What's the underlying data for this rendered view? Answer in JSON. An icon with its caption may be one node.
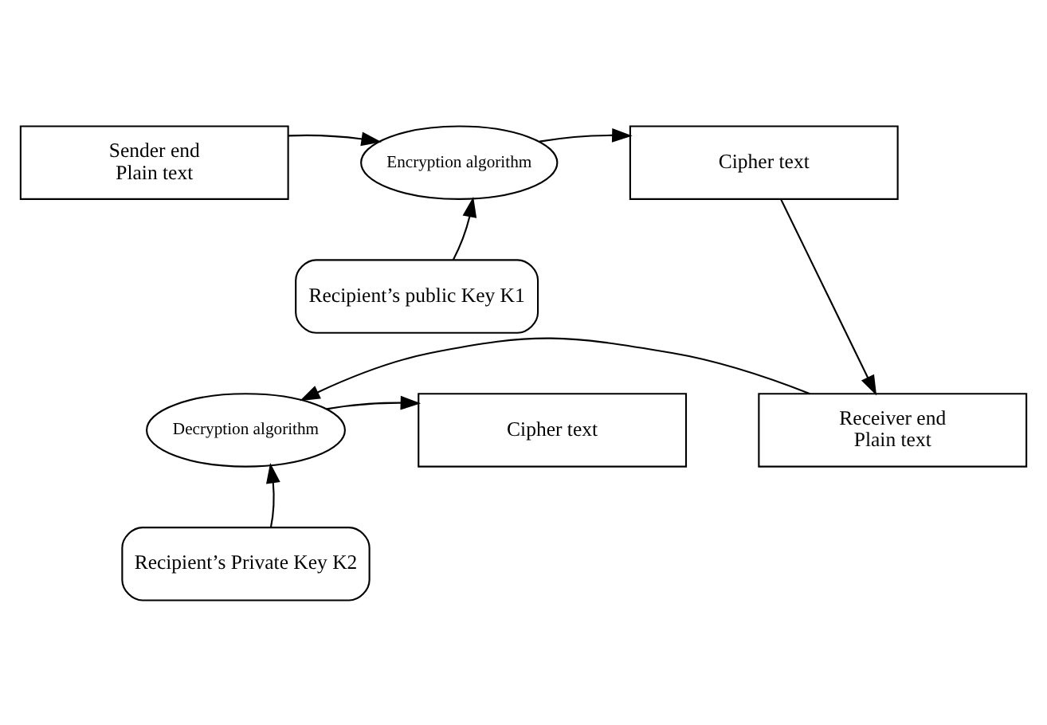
{
  "diagram": {
    "nodes": [
      {
        "text": [
          "Sender end",
          "Plain text"
        ]
      },
      {
        "text": [
          "Encryption algorithm"
        ]
      },
      {
        "text": [
          "Cipher text"
        ]
      },
      {
        "text": [
          "Recipient’s public Key K1"
        ]
      },
      {
        "text": [
          "Receiver end",
          "Plain text"
        ]
      },
      {
        "text": [
          "Decryption algorithm"
        ]
      },
      {
        "text": [
          "Cipher text"
        ]
      },
      {
        "text": [
          "Recipient’s Private Key K2"
        ]
      }
    ],
    "edges": [
      {
        "from": 0,
        "to": 1,
        "arrow": "to"
      },
      {
        "from": 1,
        "to": 2,
        "arrow": "to"
      },
      {
        "from": 3,
        "to": 1,
        "arrow": "to"
      },
      {
        "from": 2,
        "to": 4,
        "arrow": "to"
      },
      {
        "from": 4,
        "to": 5,
        "arrow": "to"
      },
      {
        "from": 5,
        "to": 6,
        "arrow": "to"
      },
      {
        "from": 7,
        "to": 5,
        "arrow": "to"
      }
    ]
  }
}
